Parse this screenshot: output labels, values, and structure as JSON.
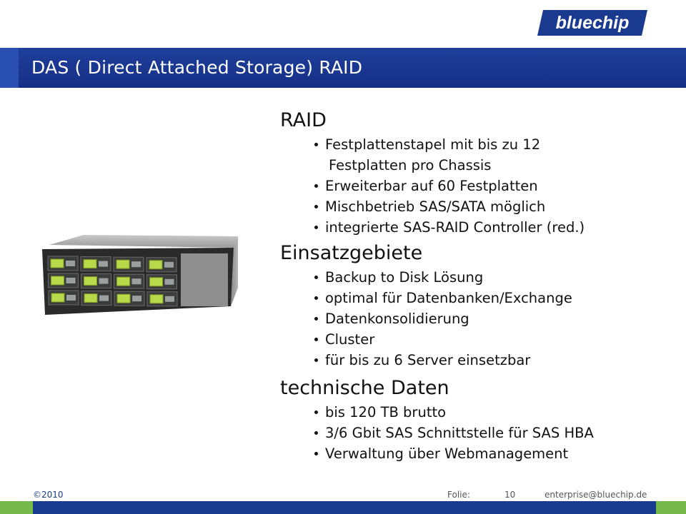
{
  "logo": {
    "text": "bluechip",
    "colors": {
      "bg": "#1a3a8f",
      "text": "#ffffff"
    }
  },
  "header": {
    "title": "DAS ( Direct Attached Storage) RAID"
  },
  "sections": [
    {
      "title": "RAID",
      "bullets": [
        "Festplattenstapel mit bis zu 12",
        "Erweiterbar auf 60 Festplatten",
        "Mischbetrieb SAS/SATA möglich",
        "integrierte SAS-RAID Controller (red.)"
      ],
      "continuation": "Festplatten pro Chassis"
    },
    {
      "title": "Einsatzgebiete",
      "bullets": [
        "Backup to Disk Lösung",
        "optimal für Datenbanken/Exchange",
        "Datenkonsolidierung",
        "Cluster",
        "für bis zu 6 Server einsetzbar"
      ]
    },
    {
      "title": "technische Daten",
      "bullets": [
        "bis 120 TB brutto",
        "3/6 Gbit SAS Schnittstelle für SAS HBA",
        "Verwaltung über Webmanagement"
      ]
    }
  ],
  "footer": {
    "copyright": "©2010",
    "folie_label": "Folie:",
    "page_number": "10",
    "email": "enterprise@bluechip.de"
  },
  "colors": {
    "title_bar": "#1e3f9a",
    "accent_green": "#77b84a",
    "footer_blue": "#1a3a8f"
  },
  "image": {
    "icon": "storage-array-image"
  }
}
